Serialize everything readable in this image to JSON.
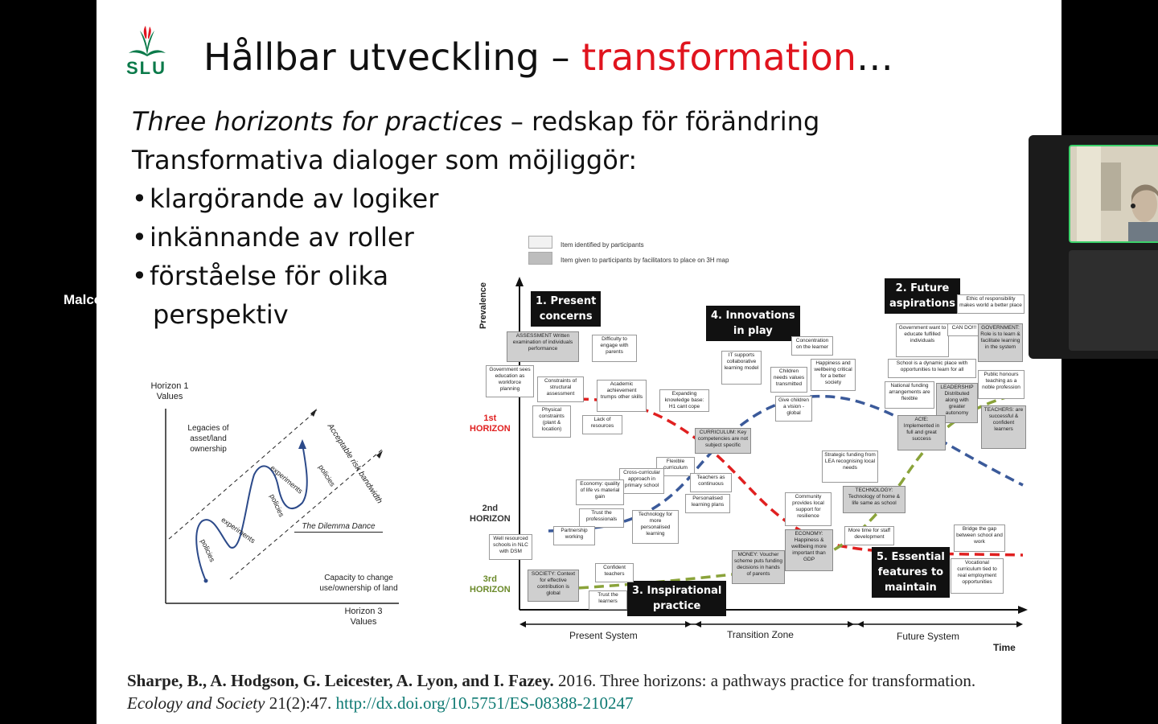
{
  "slide": {
    "logo_text": "SLU",
    "title_main": "Hållbar utveckling  – ",
    "title_accent": "transformation",
    "title_ellipsis": "…",
    "line1_italic": "Three horizonts for practices",
    "line1_rest": " – redskap för förändring",
    "line2": "Transformativa dialoger som möjliggör:",
    "bullets": [
      "klargörande av logiker",
      "inkännande av roller",
      "förståelse för olika"
    ],
    "bullet_cont": "perspektiv",
    "citation": {
      "authors": "Sharpe, B., A. Hodgson, G. Leicester, A. Lyon, and I. Fazey.",
      "year_title": " 2016. Three horizons: a pathways practice for transformation. ",
      "journal": "Ecology and Society",
      "volume": " 21(2):47. ",
      "link": "http://dx.doi.org/10.5751/ES-08388-210247"
    },
    "colors": {
      "accent_red": "#e0141e",
      "slu_green": "#0b7a4a",
      "link_teal": "#0e7a73",
      "h1_red": "#e02020",
      "h2_blue": "#3b5a9a",
      "h3_green": "#8aa33a"
    }
  },
  "left_diagram": {
    "horizon1": "Horizon 1\nValues",
    "legacies": "Legacies of\nasset/land\nownership",
    "bandwidth": "Acceptable risk bandwidth",
    "policies": "policies",
    "experiments": "experiments",
    "dilemma": "The Dilemma Dance",
    "capacity": "Capacity to change\nuse/ownership of land",
    "horizon3": "Horizon 3\nValues"
  },
  "three_horizons": {
    "legend_participants": "Item identified by participants",
    "legend_facilitators": "Item given to participants by facilitators to place on 3H map",
    "y_axis": "Prevalence",
    "x_axis": "Time",
    "zones": [
      "Present System",
      "Transition Zone",
      "Future System"
    ],
    "horizons": [
      "1st\nHORIZON",
      "2nd\nHORIZON",
      "3rd\nHORIZON"
    ],
    "dark_labels": [
      "1. Present\nconcerns",
      "4. Innovations\nin play",
      "2. Future\naspirations",
      "5. Essential\nfeatures to\nmaintain",
      "3. Inspirational\npractice"
    ],
    "notes": [
      "ASSESSMENT Written examination of individuals performance",
      "Difficulty to engage with parents",
      "Government sees education as workforce planning",
      "Constraints of structural assessment",
      "Academic achievement trumps other skills",
      "Expanding knowledge base: H1 cant cope",
      "Physical constraints (plant & location)",
      "Lack of resources",
      "IT supports collaborative learning model",
      "Concentration on the learner",
      "Children needs values transmitted",
      "Happiness and wellbeing critical for a better society",
      "Give children a vision - global",
      "CURRICULUM: Key competencies are not subject specific",
      "Flexible curriculum",
      "Cross-curricular approach in primary school",
      "Teachers as continuous",
      "Economy: quality of life vs material gain",
      "Personalised learning plans",
      "Trust the professionals",
      "Technology for more personalised learning",
      "Partnership working",
      "Well resourced schools in NLC with DSM",
      "SOCIETY: Context for effective contribution is global",
      "Confident teachers",
      "Trust the learners",
      "Ethic of responsibility makes world a better place",
      "Government want to educate fulfilled individuals",
      "CAN DO!!!",
      "GOVERNMENT: Role is to learn & facilitate learning in the system",
      "School is a dynamic place with opportunities to learn for all",
      "Public honours teaching as a noble profession",
      "National funding arrangements are flexible",
      "LEADERSHIP Distributed along with greater autonomy",
      "ACfE: Implemented in full and great success",
      "TEACHERS: are successful & confident learners",
      "Strategic funding from LEA recognising local needs",
      "TECHNOLOGY: Technology of home & life same as school",
      "Community provides local support for resilience",
      "ECONOMY: Happiness & wellbeing more important than GDP",
      "More time for staff development",
      "MONEY: Voucher scheme puts funding decisions in hands of parents",
      "Bridge the gap between school and work",
      "Vocational curriculum tied to real employment opportunities"
    ]
  },
  "video": {
    "participant_name": "Malcolm I"
  }
}
